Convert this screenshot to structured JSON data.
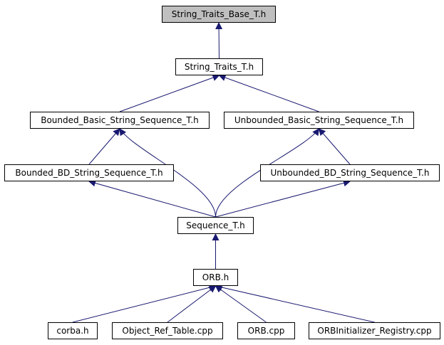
{
  "nodes": {
    "string_traits_base": {
      "label": "String_Traits_Base_T.h"
    },
    "string_traits": {
      "label": "String_Traits_T.h"
    },
    "bounded_basic": {
      "label": "Bounded_Basic_String_Sequence_T.h"
    },
    "unbounded_basic": {
      "label": "Unbounded_Basic_String_Sequence_T.h"
    },
    "bounded_bd": {
      "label": "Bounded_BD_String_Sequence_T.h"
    },
    "unbounded_bd": {
      "label": "Unbounded_BD_String_Sequence_T.h"
    },
    "sequence": {
      "label": "Sequence_T.h"
    },
    "orb_h": {
      "label": "ORB.h"
    },
    "corba_h": {
      "label": "corba.h"
    },
    "object_ref_table": {
      "label": "Object_Ref_Table.cpp"
    },
    "orb_cpp": {
      "label": "ORB.cpp"
    },
    "orbinitializer_registry": {
      "label": "ORBInitializer_Registry.cpp"
    }
  },
  "edges": [
    {
      "from": "string_traits",
      "to": "string_traits_base"
    },
    {
      "from": "bounded_basic",
      "to": "string_traits"
    },
    {
      "from": "unbounded_basic",
      "to": "string_traits"
    },
    {
      "from": "bounded_bd",
      "to": "bounded_basic"
    },
    {
      "from": "unbounded_bd",
      "to": "unbounded_basic"
    },
    {
      "from": "sequence",
      "to": "bounded_basic"
    },
    {
      "from": "sequence",
      "to": "unbounded_basic"
    },
    {
      "from": "sequence",
      "to": "bounded_bd"
    },
    {
      "from": "sequence",
      "to": "unbounded_bd"
    },
    {
      "from": "orb_h",
      "to": "sequence"
    },
    {
      "from": "corba_h",
      "to": "orb_h"
    },
    {
      "from": "object_ref_table",
      "to": "orb_h"
    },
    {
      "from": "orb_cpp",
      "to": "orb_h"
    },
    {
      "from": "orbinitializer_registry",
      "to": "orb_h"
    }
  ],
  "colors": {
    "edge": "#191970",
    "root_fill": "#bfbfbf",
    "node_fill": "#ffffff",
    "node_border": "#000000"
  }
}
